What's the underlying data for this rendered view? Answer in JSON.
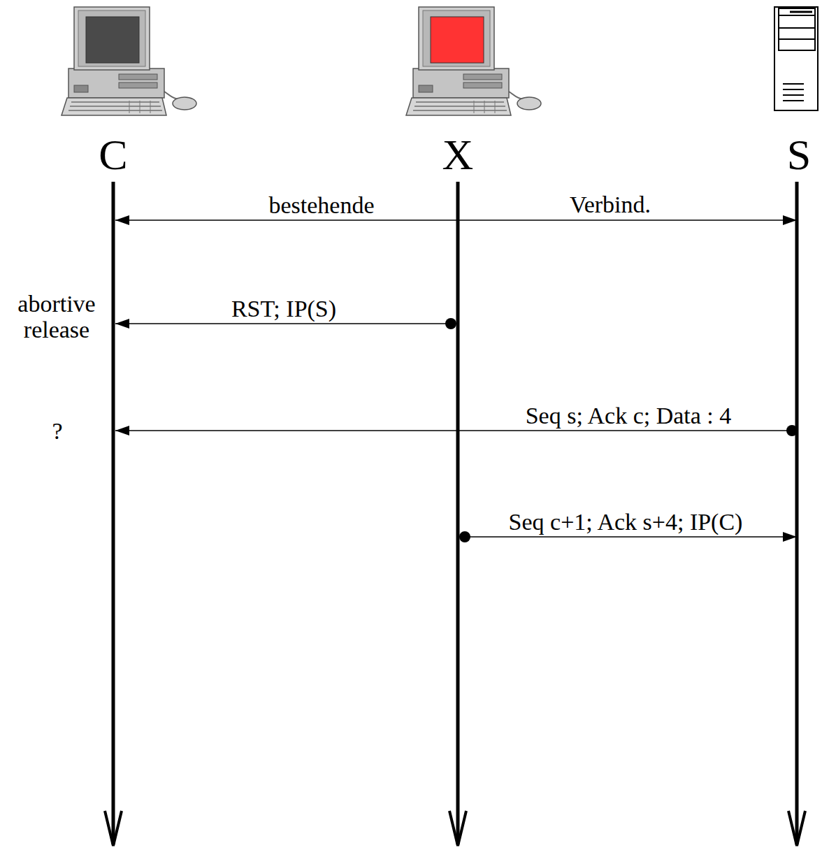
{
  "diagram": {
    "nodes": [
      {
        "text": [
          "C"
        ]
      },
      {
        "text": [
          "X"
        ]
      },
      {
        "text": [
          "S"
        ]
      }
    ],
    "edges": [
      {
        "from": 0,
        "to": 2,
        "arrow": "both",
        "label": "bestehende"
      },
      {
        "from": 1,
        "to": 0,
        "arrow": "to",
        "label": "RST; IP(S)"
      },
      {
        "from": 2,
        "to": 0,
        "arrow": "to",
        "label": "Seq s; Ack c; Data : 4"
      },
      {
        "from": 1,
        "to": 2,
        "arrow": "to",
        "label": "Seq c+1; Ack s+4; IP(C)"
      }
    ],
    "labels": [
      "Verbind.",
      "abortive release",
      "?"
    ]
  }
}
